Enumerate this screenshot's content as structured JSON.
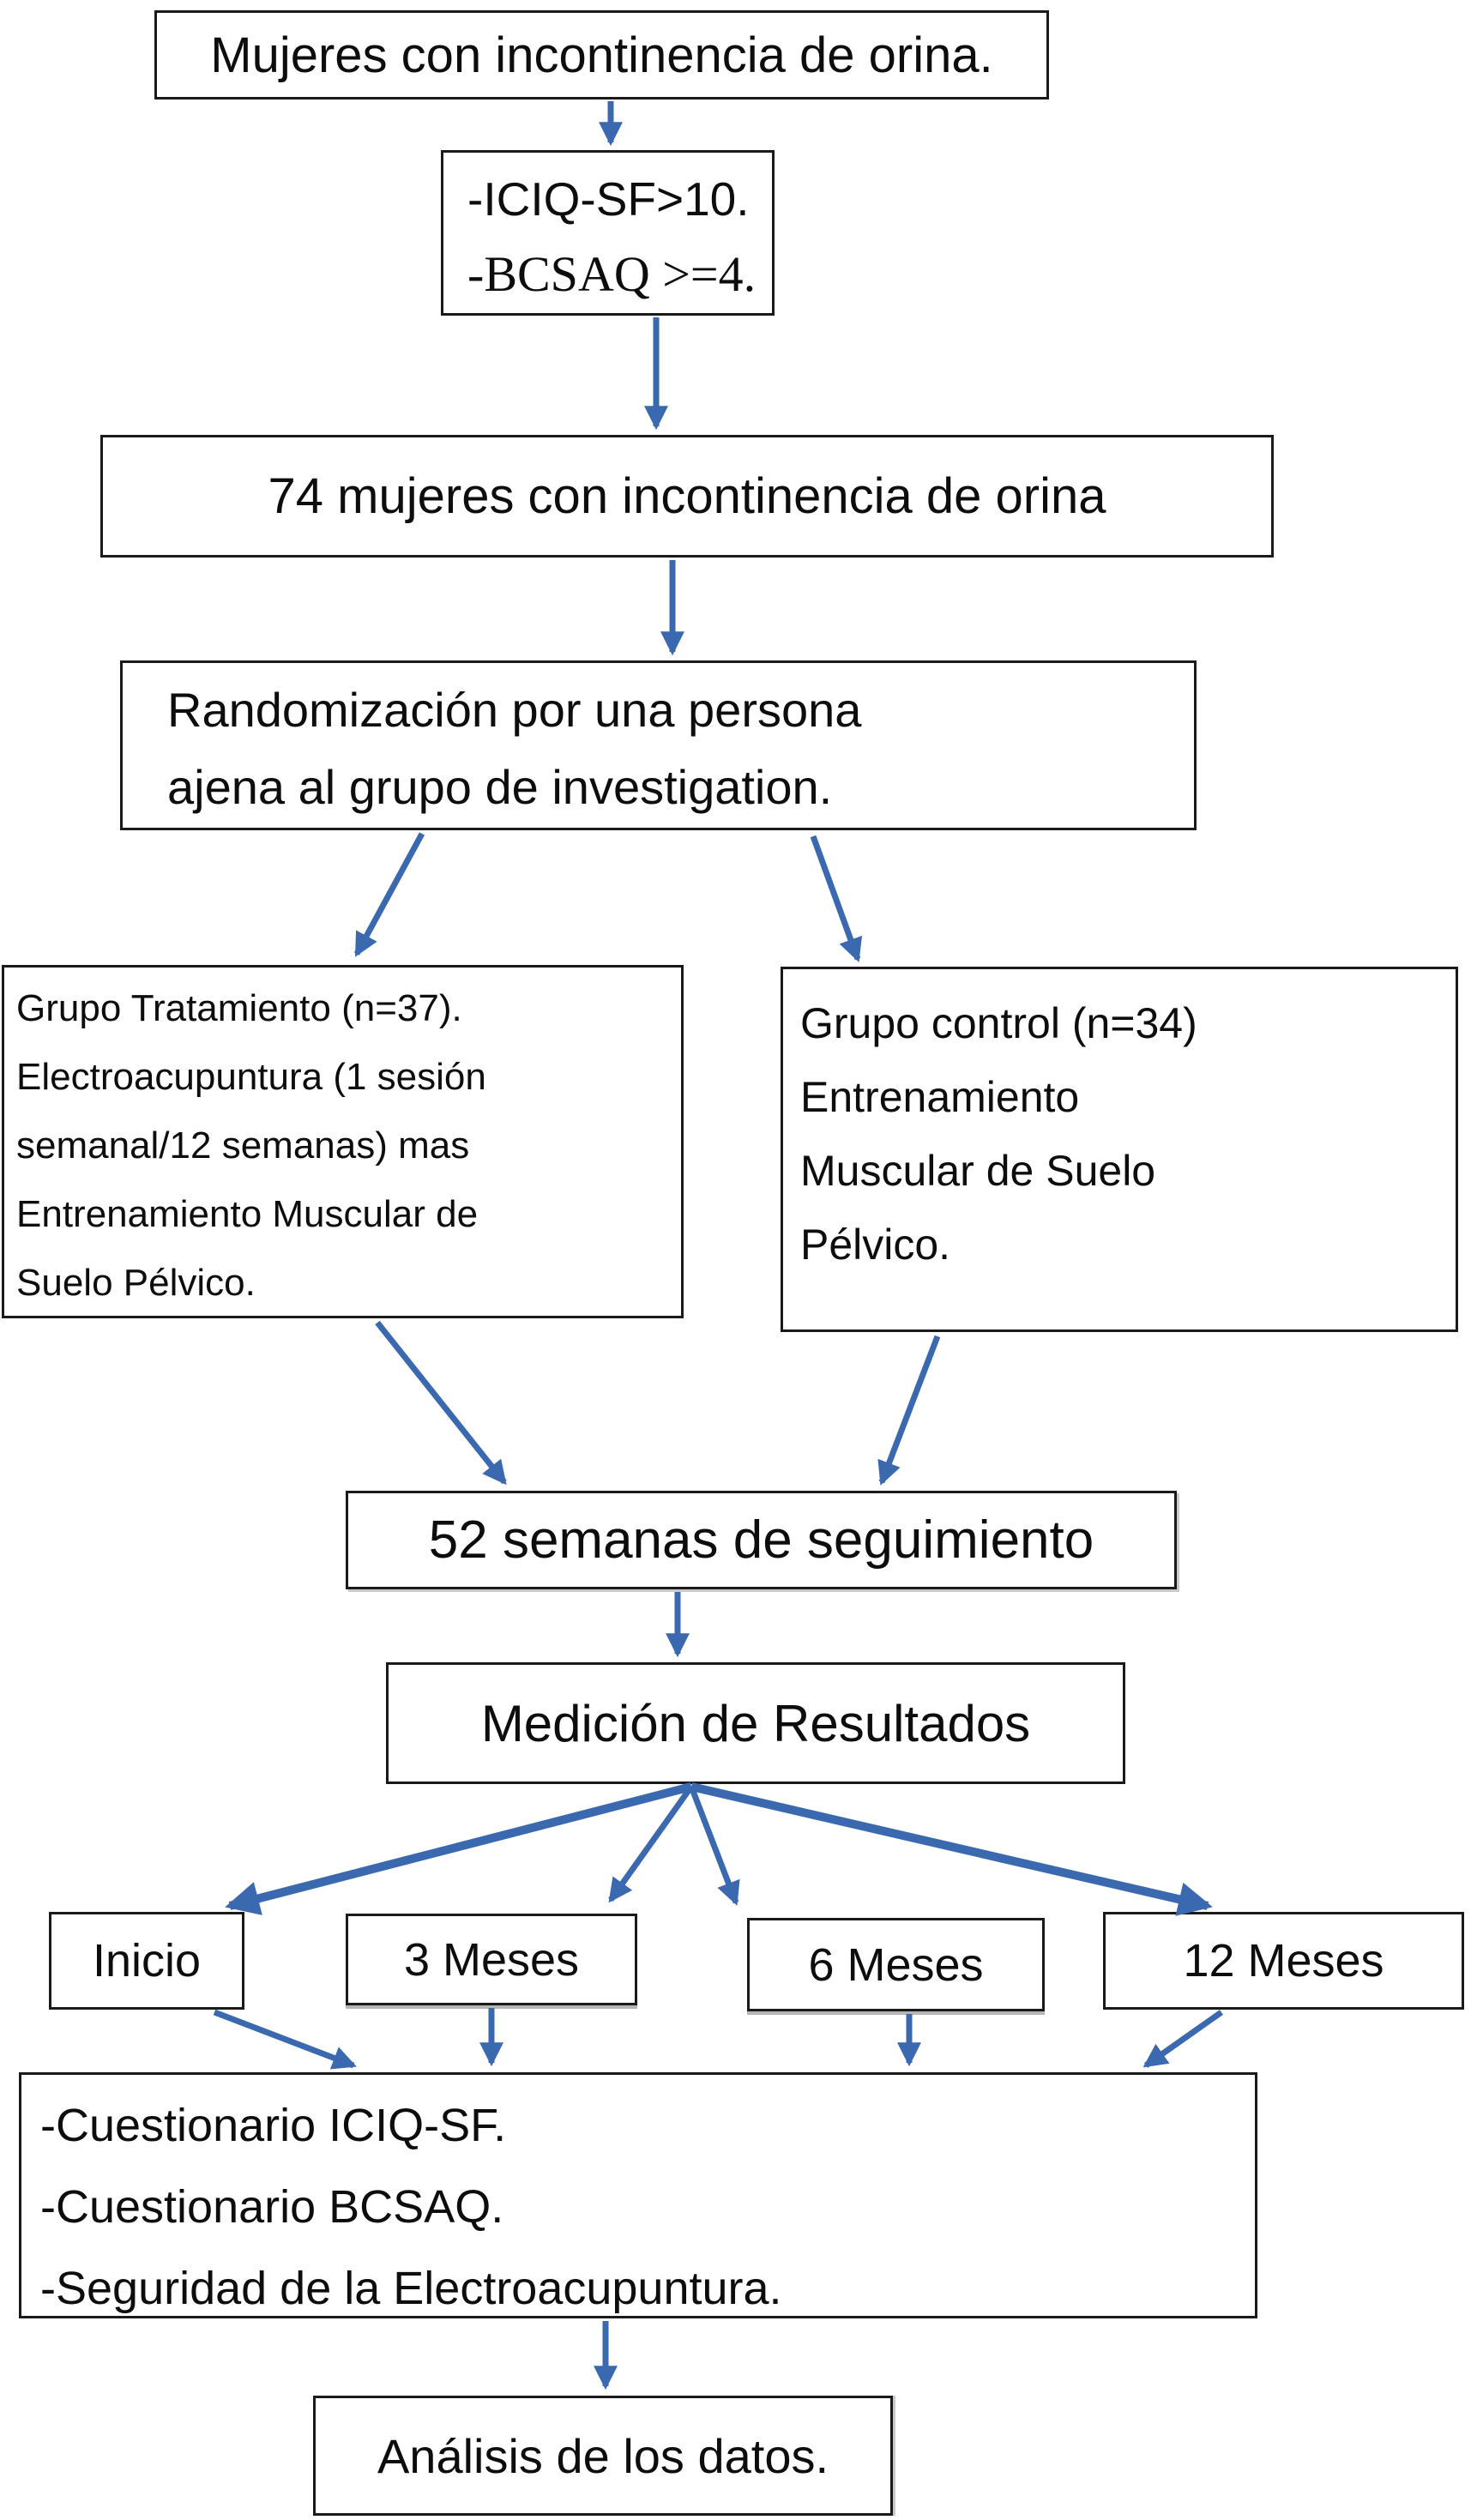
{
  "colors": {
    "arrow": "#3b69b0",
    "box_border": "#1a1a1a",
    "background": "#ffffff",
    "text": "#0d0d0d"
  },
  "flowchart": {
    "box_mujeres": {
      "text": "Mujeres con incontinencia de orina."
    },
    "box_criterios": {
      "lines": [
        "-ICIQ-SF>10.",
        "-BCSAQ >=4."
      ]
    },
    "box_74": {
      "text": "74 mujeres con incontinencia de orina"
    },
    "box_randomizacion": {
      "lines": [
        "Randomización por una persona",
        "ajena al grupo de investigation."
      ]
    },
    "box_tratamiento": {
      "lines": [
        "Grupo Tratamiento (n=37).",
        "Electroacupuntura (1 sesión",
        "semanal/12 semanas) mas",
        "Entrenamiento Muscular de",
        "Suelo Pélvico."
      ]
    },
    "box_control": {
      "lines": [
        "Grupo control (n=34)",
        "Entrenamiento",
        "Muscular de Suelo",
        "Pélvico."
      ]
    },
    "box_seguimiento": {
      "text": "52 semanas de seguimiento"
    },
    "box_medicion": {
      "text": "Medición de Resultados"
    },
    "timepoints": [
      {
        "label": "Inicio"
      },
      {
        "label": "3 Meses"
      },
      {
        "label": "6 Meses"
      },
      {
        "label": "12 Meses"
      }
    ],
    "box_cuestionarios": {
      "lines": [
        "-Cuestionario ICIQ-SF.",
        "-Cuestionario BCSAQ.",
        "-Seguridad de la Electroacupuntura."
      ]
    },
    "box_analisis": {
      "text": "Análisis de los datos."
    }
  }
}
